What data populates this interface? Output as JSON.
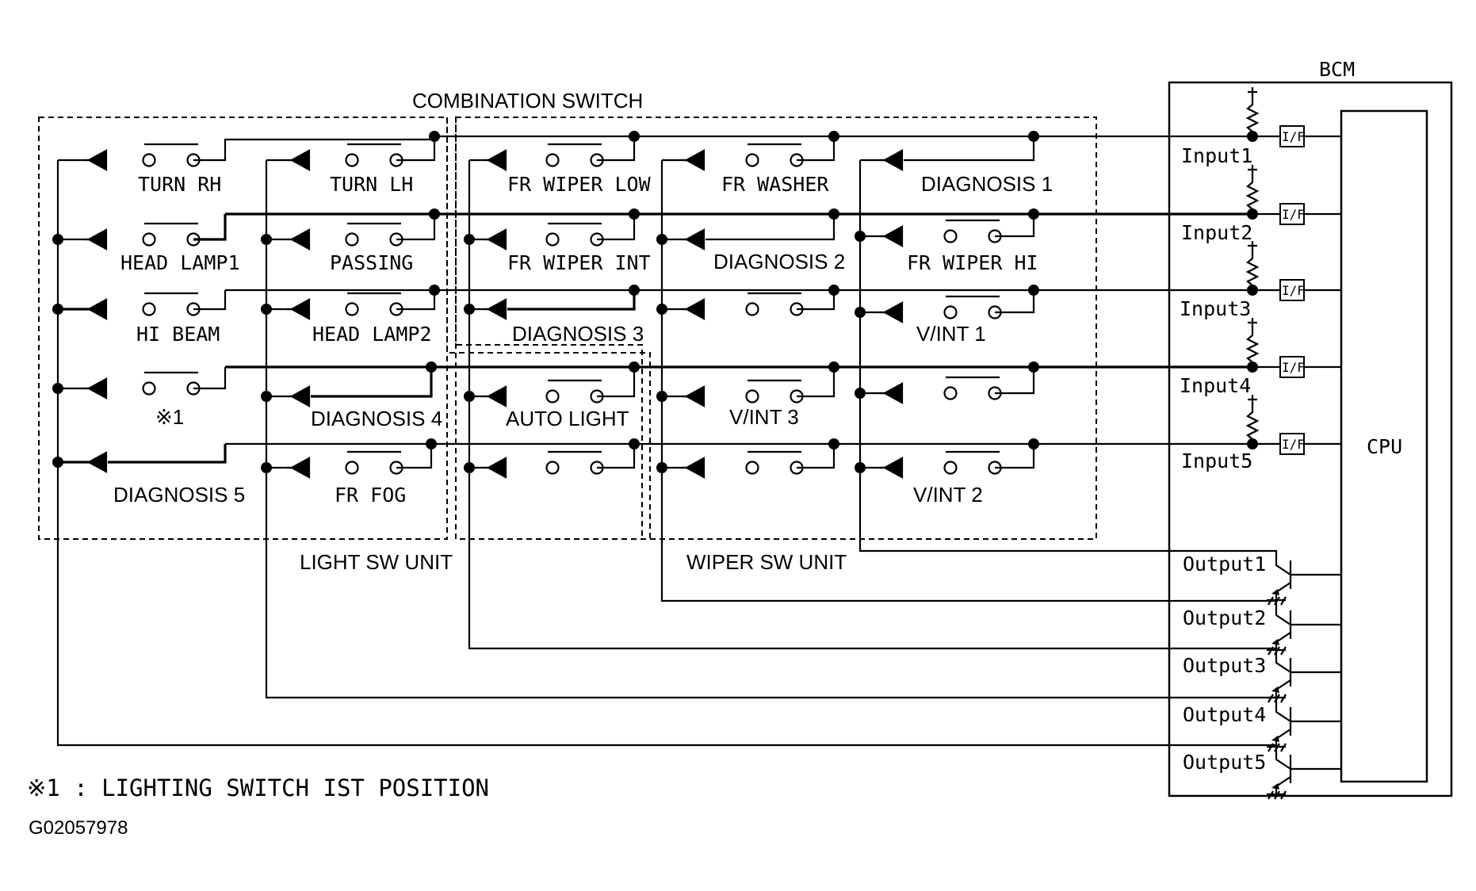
{
  "titles": {
    "combination_switch": "COMBINATION SWITCH",
    "light_unit": "LIGHT SW UNIT",
    "wiper_unit": "WIPER SW UNIT",
    "bcm": "BCM",
    "cpu": "CPU"
  },
  "switches": {
    "turn_rh": "TURN RH",
    "head_lamp1": "HEAD LAMP1",
    "hi_beam": "HI BEAM",
    "mark1": "※1",
    "diagnosis5": "DIAGNOSIS 5",
    "turn_lh": "TURN LH",
    "passing": "PASSING",
    "head_lamp2": "HEAD LAMP2",
    "diagnosis4": "DIAGNOSIS 4",
    "fr_fog": "FR FOG",
    "fr_wiper_low": "FR WIPER LOW",
    "fr_wiper_int": "FR WIPER INT",
    "diagnosis3": "DIAGNOSIS 3",
    "auto_light": "AUTO LIGHT",
    "fr_washer": "FR WASHER",
    "diagnosis2": "DIAGNOSIS 2",
    "vint3": "V/INT 3",
    "diagnosis1": "DIAGNOSIS 1",
    "fr_wiper_hi": "FR WIPER HI",
    "vint1": "V/INT 1",
    "vint2": "V/INT 2"
  },
  "inputs": [
    "Input1",
    "Input2",
    "Input3",
    "Input4",
    "Input5"
  ],
  "outputs": [
    "Output1",
    "Output2",
    "Output3",
    "Output4",
    "Output5"
  ],
  "interface_label": "I/F",
  "footnote": "※1 : LIGHTING SWITCH IST POSITION",
  "figure_code": "G02057978"
}
